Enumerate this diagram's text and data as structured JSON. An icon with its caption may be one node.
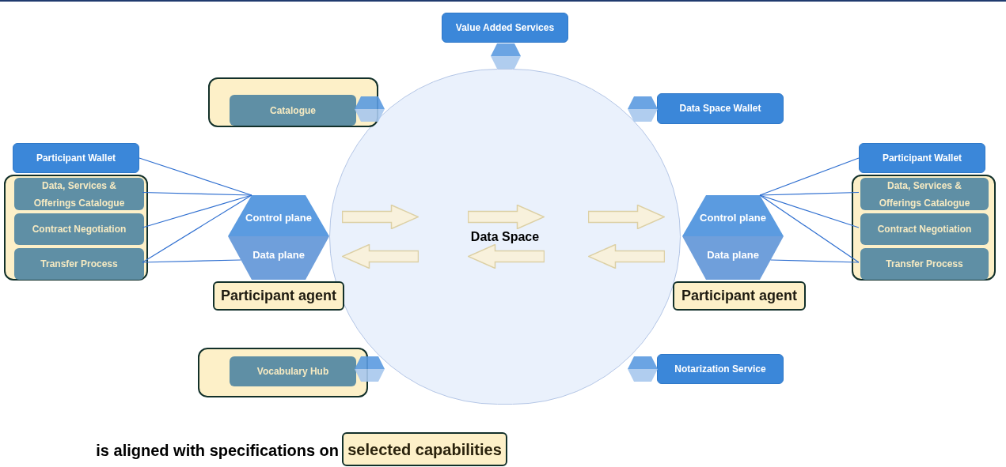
{
  "diagram": {
    "nodes": [
      {
        "text": [
          "Data Space"
        ]
      },
      {
        "text": [
          "Value Added Services"
        ]
      },
      {
        "text": [],
        "shape": "box"
      },
      {
        "text": [
          "Catalogue"
        ],
        "in": 2
      },
      {
        "text": [
          "Data Space Wallet"
        ]
      },
      {
        "text": [
          "Participant Wallet"
        ]
      },
      {
        "text": [],
        "shape": "box"
      },
      {
        "text": [
          "Data, Services & Offerings Catalogue"
        ],
        "in": 6
      },
      {
        "text": [
          "Contract Negotiation"
        ],
        "in": 6
      },
      {
        "text": [
          "Transfer Process"
        ],
        "in": 6
      },
      {
        "text": [
          "Control plane"
        ]
      },
      {
        "text": [
          "Data plane"
        ]
      },
      {
        "text": [
          "Participant agent"
        ]
      },
      {
        "text": [
          "Participant Wallet"
        ]
      },
      {
        "text": [],
        "shape": "box"
      },
      {
        "text": [
          "Data, Services & Offerings Catalogue"
        ],
        "in": 14
      },
      {
        "text": [
          "Contract Negotiation"
        ],
        "in": 14
      },
      {
        "text": [
          "Transfer Process"
        ],
        "in": 14
      },
      {
        "text": [
          "Control plane"
        ]
      },
      {
        "text": [
          "Data plane"
        ]
      },
      {
        "text": [
          "Participant agent"
        ]
      },
      {
        "text": [],
        "shape": "box"
      },
      {
        "text": [
          "Vocabulary Hub"
        ],
        "in": 21
      },
      {
        "text": [
          "Notarization Service"
        ]
      },
      {
        "text": [
          "selected capabilities"
        ]
      }
    ],
    "edges": [
      {
        "from": 10,
        "to": 5,
        "arrow": "none"
      },
      {
        "from": 10,
        "to": 7,
        "arrow": "none"
      },
      {
        "from": 10,
        "to": 8,
        "arrow": "none"
      },
      {
        "from": 10,
        "to": 9,
        "arrow": "none"
      },
      {
        "from": 11,
        "to": 9,
        "arrow": "none"
      },
      {
        "from": 18,
        "to": 13,
        "arrow": "none"
      },
      {
        "from": 18,
        "to": 15,
        "arrow": "none"
      },
      {
        "from": 18,
        "to": 16,
        "arrow": "none"
      },
      {
        "from": 18,
        "to": 17,
        "arrow": "none"
      },
      {
        "from": 19,
        "to": 17,
        "arrow": "none"
      }
    ],
    "labels": [
      "is aligned with specifications on"
    ]
  }
}
